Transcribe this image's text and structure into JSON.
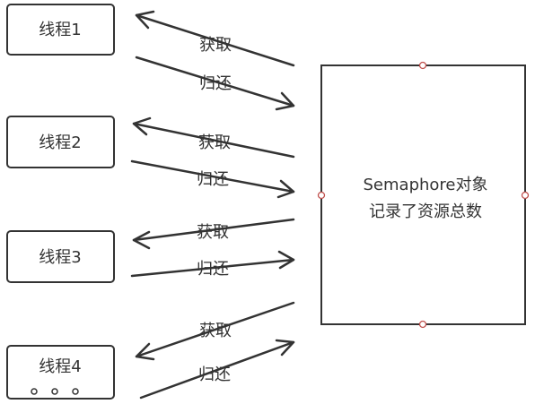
{
  "threads": [
    {
      "label": "线程1"
    },
    {
      "label": "线程2"
    },
    {
      "label": "线程3"
    },
    {
      "label": "线程4"
    }
  ],
  "flows": [
    {
      "acquire_label": "获取",
      "release_label": "归还"
    },
    {
      "acquire_label": "获取",
      "release_label": "归还"
    },
    {
      "acquire_label": "获取",
      "release_label": "归还"
    },
    {
      "acquire_label": "获取",
      "release_label": "归还"
    }
  ],
  "semaphore": {
    "line1": "Semaphore对象",
    "line2": "记录了资源总数"
  },
  "colors": {
    "stroke": "#333333",
    "handle": "#c0504d"
  }
}
